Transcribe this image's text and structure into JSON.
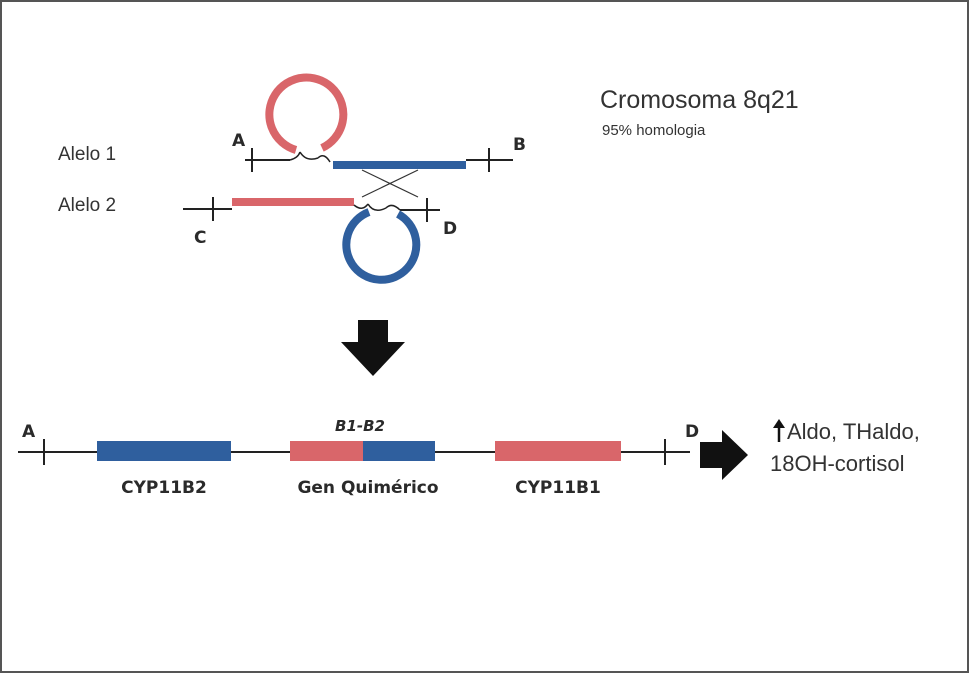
{
  "chromosome": {
    "title": "Cromosoma 8q21",
    "subtitle": "95% homologia"
  },
  "alleles": {
    "allele1_label": "Alelo 1",
    "allele2_label": "Alelo 2",
    "point_a": "A",
    "point_b": "B",
    "point_c": "C",
    "point_d": "D"
  },
  "result": {
    "point_a": "A",
    "point_d": "D",
    "genes": {
      "cyp11b2": "CYP11B2",
      "chimeric": "Gen Quimérico",
      "chimeric_top": "B1-B2",
      "cyp11b1": "CYP11B1"
    },
    "outcome_line1": "Aldo, THaldo,",
    "outcome_line2": "18OH-cortisol"
  },
  "colors": {
    "red": "#d9666a",
    "blue": "#2f5f9e",
    "line": "#222222",
    "frame": "#555555"
  }
}
